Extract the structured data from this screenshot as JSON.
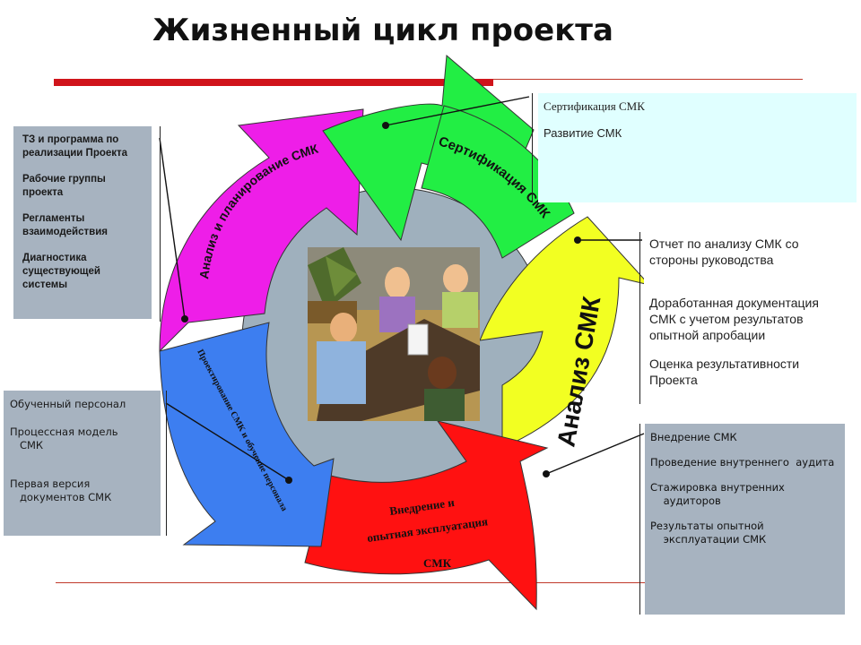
{
  "title": "Жизненный цикл проекта",
  "colors": {
    "accent_red": "#d0141b",
    "stage_magenta": "#ee1ee8",
    "stage_green": "#22ee44",
    "stage_yellow": "#f2ff22",
    "stage_red": "#ff1111",
    "stage_blue": "#3d7ef0",
    "inner_ring": "#9fb0bd",
    "box_gray": "#a7b3c0",
    "box_cyan": "#e0ffff"
  },
  "stages": {
    "analysis_planning": "Анализ и планирование СМК",
    "certification": "Сертификация СМК",
    "analysis": "Анализ СМК",
    "implementation_line1": "Внедрение и",
    "implementation_line2": "опытная эксплуатация",
    "implementation_line3": "СМК",
    "design_training": "Проектирование СМК и обучение персонала"
  },
  "boxes": {
    "planning": {
      "items": [
        "ТЗ и программа по\nреализации Проекта",
        "Рабочие группы\nпроекта",
        "Регламенты\nвзаимодействия",
        "Диагностика\nсуществующей\nсистемы"
      ]
    },
    "design": {
      "items": [
        "Обученный персонал",
        "Процессная модель\n   СМК",
        "Первая версия\n   документов СМК"
      ]
    },
    "certification": {
      "items": [
        "Сертификация СМК",
        "Развитие СМК"
      ]
    },
    "analysis": {
      "items": [
        "Отчет по анализу СМК со\nстороны руководства",
        "Доработанная документация\nСМК с учетом результатов\nопытной апробации",
        "Оценка результативности\nПроекта"
      ]
    },
    "implementation": {
      "items": [
        "Внедрение СМК",
        "Проведение внутреннего  аудита",
        "Стажировка внутренних\n    аудиторов",
        "Результаты опытной\n    эксплуатации СМК"
      ]
    }
  },
  "illustration": "business-meeting-clipart"
}
